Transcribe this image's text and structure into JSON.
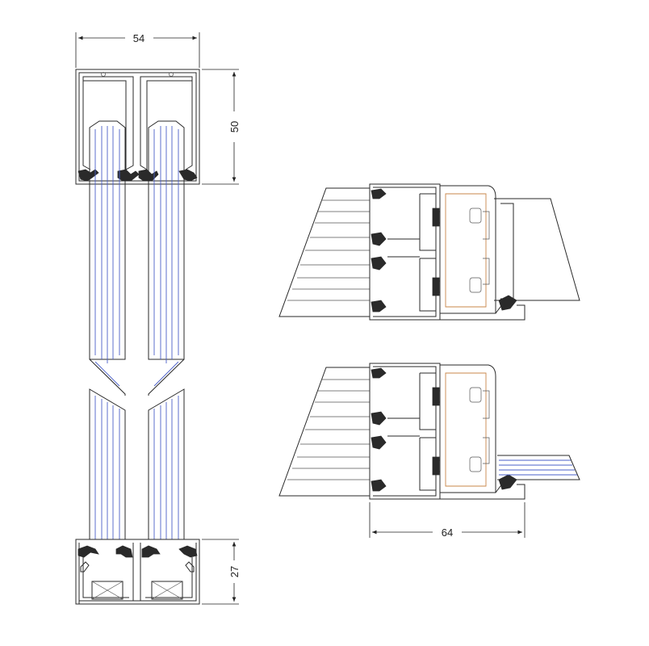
{
  "dimensions": {
    "top_width": "54",
    "top_height": "50",
    "bottom_height": "27",
    "section_width": "64"
  },
  "colors": {
    "line": "#2a2a2a",
    "glazing_blue": "#4a5fc8",
    "timber_orange": "#c9874a"
  }
}
